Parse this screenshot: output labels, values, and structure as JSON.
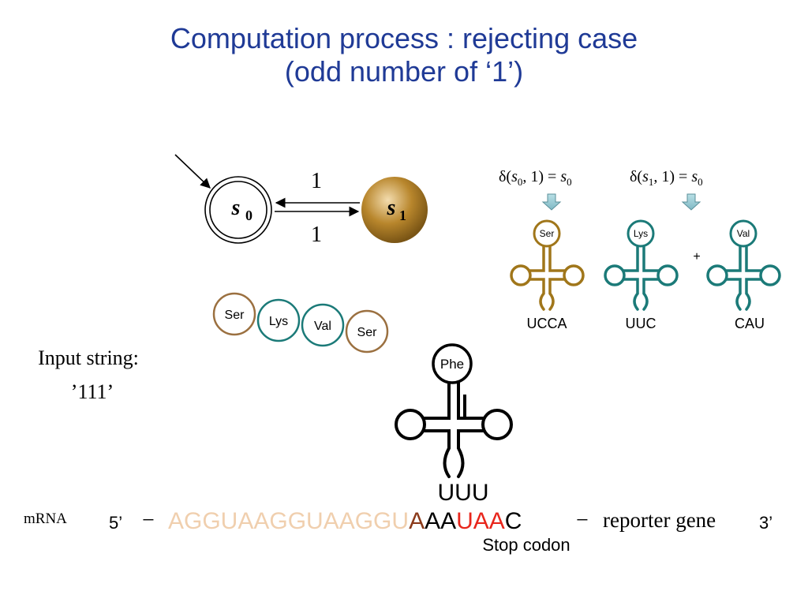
{
  "title": {
    "line1": "Computation process : rejecting case",
    "line2": "(odd number of ‘1’)"
  },
  "automaton": {
    "state0": {
      "letter": "s",
      "sub": "0"
    },
    "state1": {
      "letter": "s",
      "sub": "1"
    },
    "edge_top_label": "1",
    "edge_bottom_label": "1"
  },
  "transitions": [
    {
      "delta": "δ(",
      "state": "s",
      "state_sub": "0",
      "mid": ", 1) = ",
      "target": "s",
      "target_sub": "0"
    },
    {
      "delta": "δ(",
      "state": "s",
      "state_sub": "1",
      "mid": ", 1) = ",
      "target": "s",
      "target_sub": "0"
    }
  ],
  "trnas": [
    {
      "amino": "Ser",
      "anticodon": "UCCA",
      "color": "#a0761a"
    },
    {
      "amino": "Lys",
      "anticodon": "UUC",
      "color": "#1b7a78"
    },
    {
      "amino": "Val",
      "anticodon": "CAU",
      "color": "#1b7a78"
    }
  ],
  "plus_sign": "+",
  "peptide": [
    {
      "label": "Ser",
      "color": "#9b7040"
    },
    {
      "label": "Lys",
      "color": "#1b7a78"
    },
    {
      "label": "Val",
      "color": "#1b7a78"
    },
    {
      "label": "Ser",
      "color": "#9b7040"
    }
  ],
  "input": {
    "label": "Input string:",
    "value": "’111’"
  },
  "phe_trna": {
    "amino": "Phe",
    "anticodon": "UUU"
  },
  "mrna": {
    "label": "mRNA",
    "five_prime": "5’",
    "dash": "−",
    "seq_faded": "AGGUAAGGUAAGGU",
    "seq_brown": "A",
    "seq_black1": "AA",
    "seq_red": "UAA",
    "seq_black2": "C",
    "reporter": "reporter gene",
    "three_prime": "3’"
  },
  "stop_codon_label": "Stop codon",
  "colors": {
    "title": "#1f3a96",
    "ser": "#a0761a",
    "teal": "#1b7a78",
    "faded": "#f0cfae",
    "brown": "#8b3a1a",
    "red": "#e8261c",
    "state_fill": "#b8862c"
  }
}
